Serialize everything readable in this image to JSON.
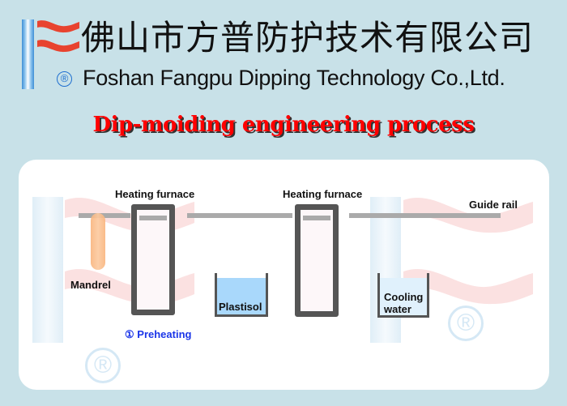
{
  "header": {
    "company_name_cn": "佛山市方普防护技术有限公司",
    "registered_symbol": "®",
    "company_name_en": "Foshan Fangpu Dipping Technology Co.,Ltd.",
    "logo_icon": "flag-wave-logo",
    "colors": {
      "logo_red": "#e8432f",
      "logo_blue": "#3f8fd6",
      "background": "#c8e1e8"
    }
  },
  "title": {
    "text": "Dip-moiding engineering process",
    "color": "#ff0000"
  },
  "diagram": {
    "labels": {
      "heating_furnace_1": "Heating furnace",
      "heating_furnace_2": "Heating furnace",
      "guide_rail": "Guide rail",
      "mandrel": "Mandrel",
      "plastisol": "Plastisol",
      "cooling_water": "Cooling water",
      "cooling_line1": "Cooling",
      "cooling_line2": "water"
    },
    "step": {
      "number": "①",
      "label": "Preheating",
      "color": "#1a35e8"
    },
    "watermark_symbol": "®"
  }
}
